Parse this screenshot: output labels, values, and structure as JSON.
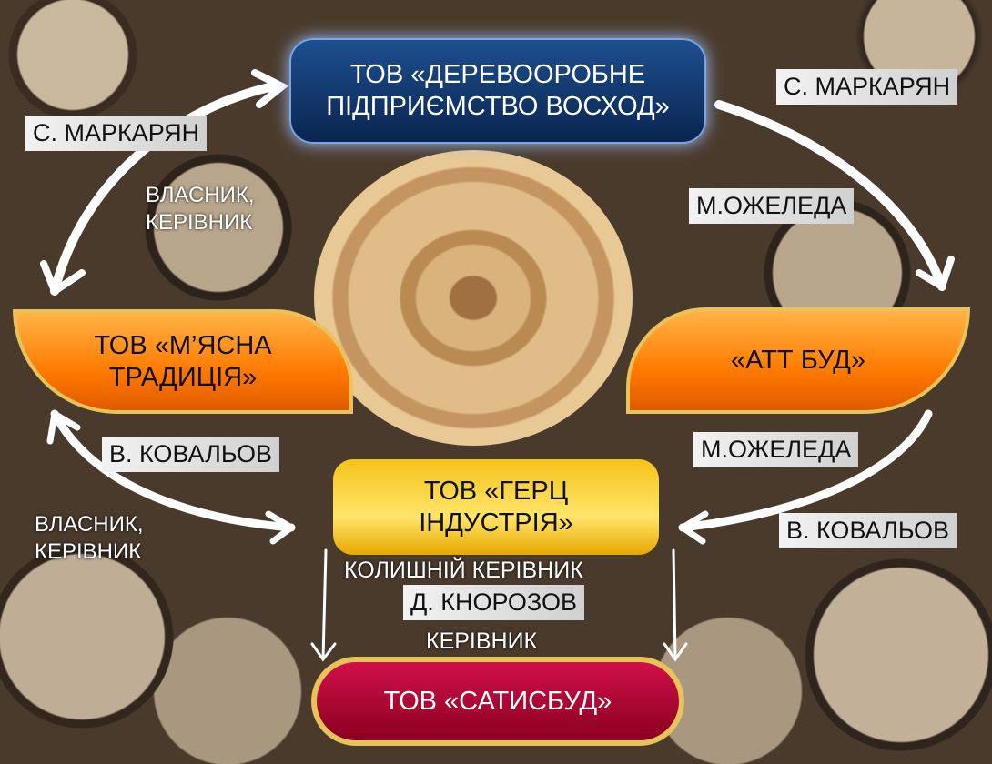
{
  "nodes": {
    "top": "ТОВ «ДЕРЕВООРОБНЕ ПІДПРИЄМСТВО ВОСХОД»",
    "left": "ТОВ «М’ЯСНА ТРАДИЦІЯ»",
    "right": "«АТТ БУД»",
    "center": "ТОВ «ГЕРЦ ІНДУСТРІЯ»",
    "bottom": "ТОВ «САТИСБУД»"
  },
  "tags": {
    "markaryan_left": "С. МАРКАРЯН",
    "markaryan_right": "С. МАРКАРЯН",
    "ozheleda_upper": "М.ОЖЕЛЕДА",
    "ozheleda_lower": "М.ОЖЕЛЕДА",
    "kovalov_left": "В. КОВАЛЬОВ",
    "kovalov_right": "В. КОВАЛЬОВ",
    "knorozov": "Д. КНОРОЗОВ"
  },
  "roles": {
    "owner_manager_1": "ВЛАСНИК, КЕРІВНИК",
    "owner_manager_2": "ВЛАСНИК, КЕРІВНИК",
    "former_manager": "КОЛИШНІЙ КЕРІВНИК",
    "manager": "КЕРІВНИК"
  }
}
